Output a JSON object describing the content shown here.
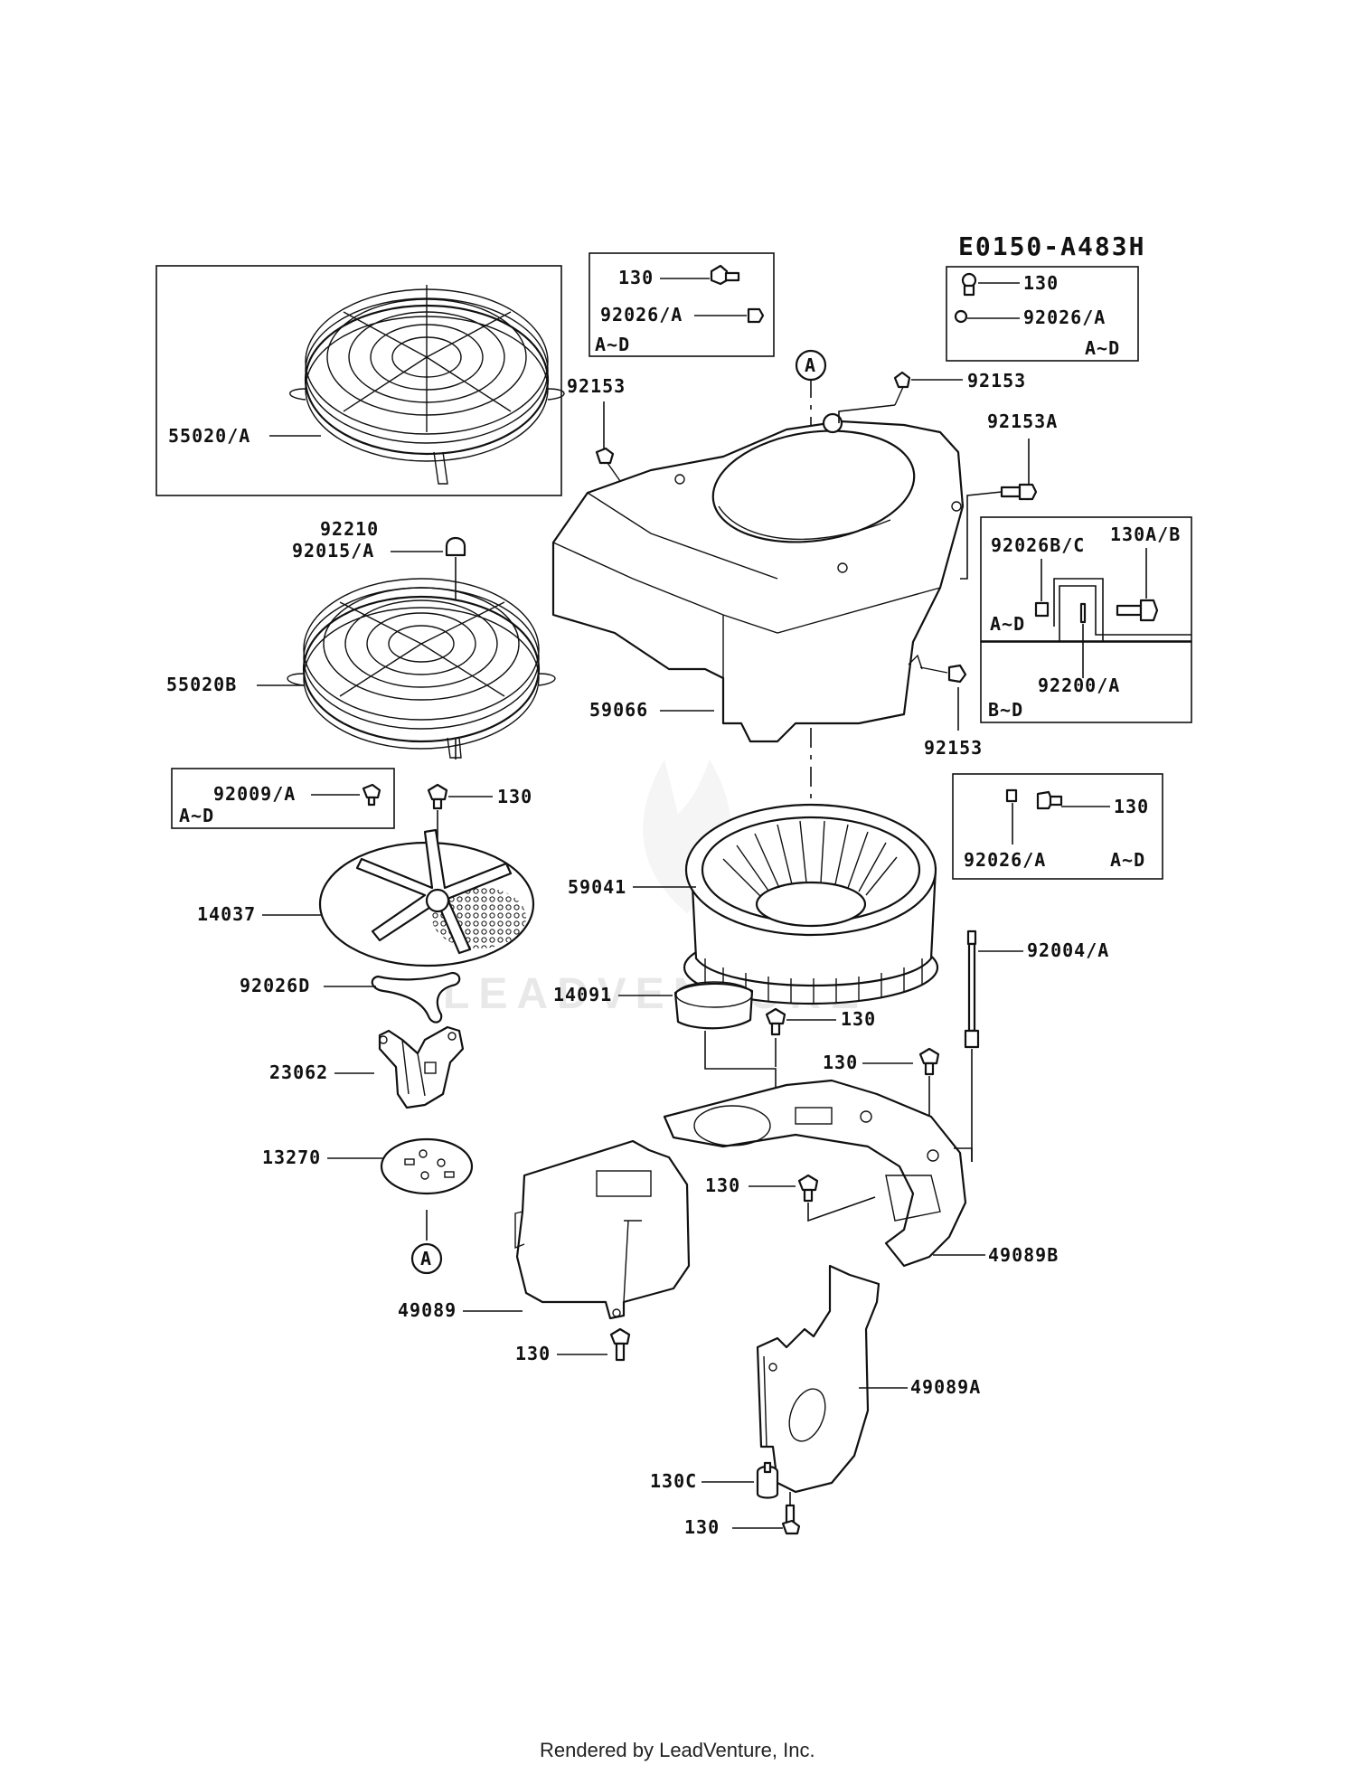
{
  "diagram_code": "E0150-A483H",
  "footer": "Rendered by LeadVenture, Inc.",
  "watermark": "LEADVENTURE",
  "callout_marker": "A",
  "labels": {
    "p55020a": "55020/A",
    "p92153_left": "92153",
    "p92153_right": "92153",
    "p92153_side": "92153",
    "p92153a": "92153A",
    "p92210": "92210",
    "p92015a": "92015/A",
    "p55020b": "55020B",
    "p59066": "59066",
    "p92009a": "92009/A",
    "p130_grille": "130",
    "p14037": "14037",
    "p59041": "59041",
    "p92004a": "92004/A",
    "p92026d": "92026D",
    "p14091": "14091",
    "p130_plate_a": "130",
    "p130_plate_b": "130",
    "p23062": "23062",
    "p13270": "13270",
    "p130_plate_c": "130",
    "p49089b": "49089B",
    "p49089": "49089",
    "p130_shroud": "130",
    "p49089a": "49089A",
    "p130c": "130C",
    "p130_bottom": "130"
  },
  "boxes": {
    "top_center": {
      "l1": "130",
      "l2": "92026/A",
      "l3": "A~D"
    },
    "top_right": {
      "l1": "130",
      "l2": "92026/A",
      "l3": "A~D"
    },
    "grille": {
      "l1": "92009/A",
      "l2": "A~D"
    },
    "mid_right_upper": {
      "l1": "92026B/C",
      "l2": "130A/B",
      "l3": "A~D"
    },
    "mid_right_lower": {
      "l1": "92200/A",
      "l2": "B~D"
    },
    "lower_right": {
      "l1": "130",
      "l2": "92026/A",
      "l3": "A~D"
    }
  }
}
